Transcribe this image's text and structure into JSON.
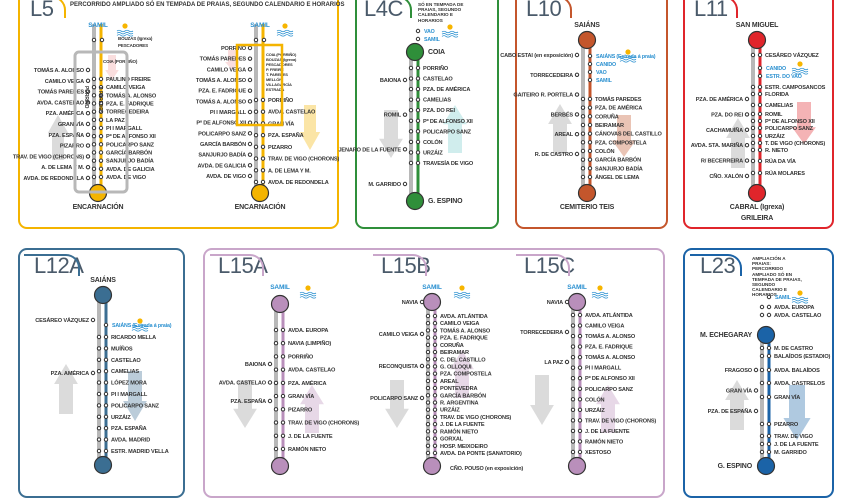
{
  "colors": {
    "l5": "#f4b400",
    "l4c": "#2f8f3a",
    "l10": "#c4562c",
    "l11": "#e0252b",
    "l12a": "#3b6e92",
    "l15": "#b98fbb",
    "l23": "#1b63a7",
    "beach": "#2a90d0",
    "alt": "#b8b8b8"
  },
  "lines": [
    {
      "id": "l5",
      "label": "L5",
      "note": "PERCORRIDO AMPLIADO SÓ EN TEMPADA DE PRAIAS, SEGUNDO CALENDARIO E HORARIOS"
    },
    {
      "id": "l4c",
      "label": "L4C",
      "note": "SÓ EN TEMPADA DE PRAIAS, SEGUNDO CALENDARIO E HORARIOS"
    },
    {
      "id": "l10",
      "label": "L10"
    },
    {
      "id": "l11",
      "label": "L11"
    },
    {
      "id": "l12a",
      "label": "L12A"
    },
    {
      "id": "l15a",
      "label": "L15A"
    },
    {
      "id": "l15b",
      "label": "L15B"
    },
    {
      "id": "l15c",
      "label": "L15C"
    },
    {
      "id": "l23",
      "label": "L23",
      "note": "AMPLIACIÓN A PRAIAS: PERCORRIDO AMPLIADO SÓ EN TEMPADA DE PRAIAS, SEGUNDO CALENDARIO E HORARIOS"
    }
  ],
  "diagrams": {
    "l5a": {
      "top": "",
      "bottom": "ENCARNACIÓN",
      "beach": [
        "SAMIL"
      ],
      "extra": [
        "BOUZAS (Igrexa)",
        "PESCADORES",
        "COIA (PORRIÑO)",
        "PORRIÑO",
        "T. PAREDES"
      ],
      "right": [
        "PAULINO FREIRE",
        "CAMILO VEIGA",
        "TOMÁS A. ALONSO",
        "PZA. E. FADRIQUE",
        "TORRECEDEIRA",
        "LA PAZ",
        "PI I MARGALL",
        "Pº DE ALFONSO XII",
        "POLICARPO SANZ",
        "GARCÍA BARBÓN",
        "SANJURJO BADÍA",
        "AVDA. DE GALICIA",
        "AVDA. DE VIGO"
      ],
      "left": [
        "TOMÁS A. ALONSO",
        "CAMILO VEIGA",
        "TOMÁS PAREDES",
        "AVDA. CASTELAO",
        "PZA. AMÉRICA",
        "GRAN VÍA",
        "PZA. ESPAÑA",
        "PIZARRO",
        "TRAV. DE VIGO (CHORONS)",
        "A. DE LEMA Y M.",
        "AVDA. DE REDONDELA"
      ]
    },
    "l5b": {
      "top": "",
      "bottom": "ENCARNACIÓN",
      "beach": [
        "SAMIL"
      ],
      "extra": [
        "COIA (PORRIÑO)",
        "BOUZAS (Igrexa)",
        "PESCADORES",
        "P. FREIRE",
        "T. PAREDES",
        "MELLÓN",
        "VILLAGARCÍA",
        "ESTRADA"
      ],
      "right": [
        "PORRIÑO",
        "AVDA. CASTELAO",
        "GRAN VÍA",
        "PZA. ESPAÑA",
        "PIZARRO",
        "TRAV. DE VIGO (CHORONS)",
        "A. DE LEMA Y M.",
        "AVDA. DE REDONDELA"
      ],
      "left": [
        "PORRIÑO",
        "TOMÁS PAREDES",
        "CAMILO VEIGA",
        "TOMÁS A. ALONSO",
        "PZA. E. FADRIQUE",
        "TOMÁS A. ALONSO",
        "PI I MARGALL",
        "Pº DE ALFONSO XII",
        "POLICARPO SANZ",
        "GARCÍA BARBÓN",
        "SANJURJO BADÍA",
        "AVDA. DE GALICIA",
        "AVDA. DE VIGO"
      ]
    },
    "l4c": {
      "top": "COIA",
      "bottom": "G. ESPINO",
      "beach": [
        "VAO",
        "SAMIL"
      ],
      "right": [
        "PORRIÑO",
        "CASTELAO",
        "PZA. DE AMÉRICA",
        "CAMELIAS",
        "PZA. DO REI",
        "Pº DE ALFONSO XII",
        "POLICARPO SANZ",
        "COLÓN",
        "URZÁIZ",
        "TRAVESÍA DE VIGO"
      ],
      "left": [
        "BAIONA",
        "ROMIL",
        "JENARO DE LA FUENTE",
        "M. GARRIDO"
      ]
    },
    "l10": {
      "top": "SAIÁNS",
      "bottom": "CEMITERIO TEIS",
      "beach": [
        "SAIÁNS (Estrada á praia)",
        "CANIDO",
        "VAO",
        "SAMIL"
      ],
      "right": [
        "TOMÁS PAREDES",
        "PZA. DE AMÉRICA",
        "CORUÑA",
        "BEIRAMAR",
        "CÁNOVAS DEL CASTILLO",
        "PZA. COMPOSTELA",
        "COLÓN",
        "GARCÍA BARBÓN",
        "SANJURJO BADÍA",
        "ÁNGEL DE LEMA"
      ],
      "left": [
        "CABO ESTAI (en exposición)",
        "TORRECEDEIRA",
        "GAITEIRO R. PORTELA",
        "BERBÉS",
        "AREAL",
        "R. DE CASTRO"
      ]
    },
    "l11": {
      "top": "SAN MIGUEL",
      "bottom": "CABRAL (Igrexa)",
      "bottom2": "GRILEIRA",
      "beach": [
        "CANIDO",
        "ESTR. DO VAO"
      ],
      "right": [
        "CESÁREO VÁZQUEZ",
        "ESTR. CAMPOSANCOS",
        "FLORIDA",
        "CAMELIAS",
        "ROMIL",
        "Pº DE ALFONSO XII",
        "POLICARPO SANZ",
        "URZÁIZ",
        "T. DE VIGO (CHORONS)",
        "R. NIETO",
        "RÚA DA VÍA",
        "RÚA MOLARES"
      ],
      "left": [
        "PZA. DE AMÉRICA",
        "PZA. DO REI",
        "CACHAMUÍÑA",
        "AVDA. STA. MARIÑA",
        "R/ BECERREIRA",
        "CÑO. XALÓN"
      ]
    },
    "l12a": {
      "top": "SAIÁNS",
      "bottom": "",
      "beach": [
        "SAIÁNS (Estrada á praia)"
      ],
      "right": [
        "RICARDO MELLA",
        "MUÍÑOS",
        "CASTELAO",
        "CAMELIAS",
        "LÓPEZ MORA",
        "PI I MARGALL",
        "POLICARPO SANZ",
        "URZÁIZ",
        "PZA. ESPAÑA",
        "AVDA. MADRID",
        "ESTR. MADRID VELLA"
      ],
      "left": [
        "CESÁREO VÁZQUEZ",
        "PZA. AMÉRICA"
      ]
    },
    "l15a": {
      "top": "",
      "bottom": "",
      "beach": [
        "SAMIL"
      ],
      "right": [
        "AVDA. EUROPA",
        "NAVIA (LIMPIÑO)",
        "PORRIÑO",
        "AVDA. CASTELAO",
        "PZA. AMÉRICA",
        "GRAN VÍA",
        "PIZARRO",
        "TRAV. DE VIGO (CHORONS)",
        "J. DE LA FUENTE",
        "RAMÓN NIETO"
      ],
      "left": [
        "BAIONA",
        "AVDA. CASTELAO",
        "PZA. ESPAÑA"
      ]
    },
    "l15b": {
      "top": "",
      "bottom": "CÑO. POUSO (en exposición)",
      "beach": [
        "SAMIL"
      ],
      "right": [
        "AVDA. ATLÁNTIDA",
        "CAMILO VEIGA",
        "TOMÁS A. ALONSO",
        "PZA. E. FADRIQUE",
        "CORUÑA",
        "BEIRAMAR",
        "C. DEL CASTILLO",
        "G. OLLOQUI",
        "PZA. COMPOSTELA",
        "AREAL",
        "PONTEVEDRA",
        "GARCÍA BARBÓN",
        "R. ARGENTINA",
        "URZÁIZ",
        "TRAV. DE VIGO (CHORONS)",
        "J. DE LA FUENTE",
        "RAMÓN NIETO",
        "GORXAL",
        "HOSP. MEIXOEIRO",
        "AVDA. DA PONTE (SANATORIO)"
      ],
      "left": [
        "NAVIA",
        "CAMILO VEIGA",
        "RECONQUISTA",
        "POLICARPO SANZ"
      ]
    },
    "l15c": {
      "top": "",
      "bottom": "",
      "beach": [
        "SAMIL"
      ],
      "right": [
        "AVDA. ATLÁNTIDA",
        "CAMILO VEIGA",
        "TOMÁS A. ALONSO",
        "PZA. E. FADRIQUE",
        "TOMÁS A. ALONSO",
        "PI I MARGALL",
        "Pº DE ALFONSO XII",
        "POLICARPO SANZ",
        "COLÓN",
        "URZÁIZ",
        "TRAV. DE VIGO (CHORONS)",
        "J. DE LA FUENTE",
        "RAMÓN NIETO",
        "XESTOSO"
      ],
      "left": [
        "NAVIA",
        "TORRECEDEIRA",
        "LA PAZ"
      ]
    },
    "l23": {
      "top": "M. ECHEGARAY",
      "bottom": "G. ESPINO",
      "beach": [
        "SAMIL"
      ],
      "right": [
        "AVDA. EUROPA",
        "AVDA. CASTELAO",
        "M. DE CASTRO",
        "BALAÍDOS (ESTADIO)",
        "AVDA. BALAÍDOS",
        "AVDA. CASTRELOS",
        "GRAN VÍA",
        "PIZARRO",
        "TRAV. DE VIGO",
        "J. DE LA FUENTE",
        "M. GARRIDO"
      ],
      "left": [
        "FRAGOSO",
        "GRAN VÍA",
        "PZA. DE ESPAÑA"
      ]
    }
  }
}
